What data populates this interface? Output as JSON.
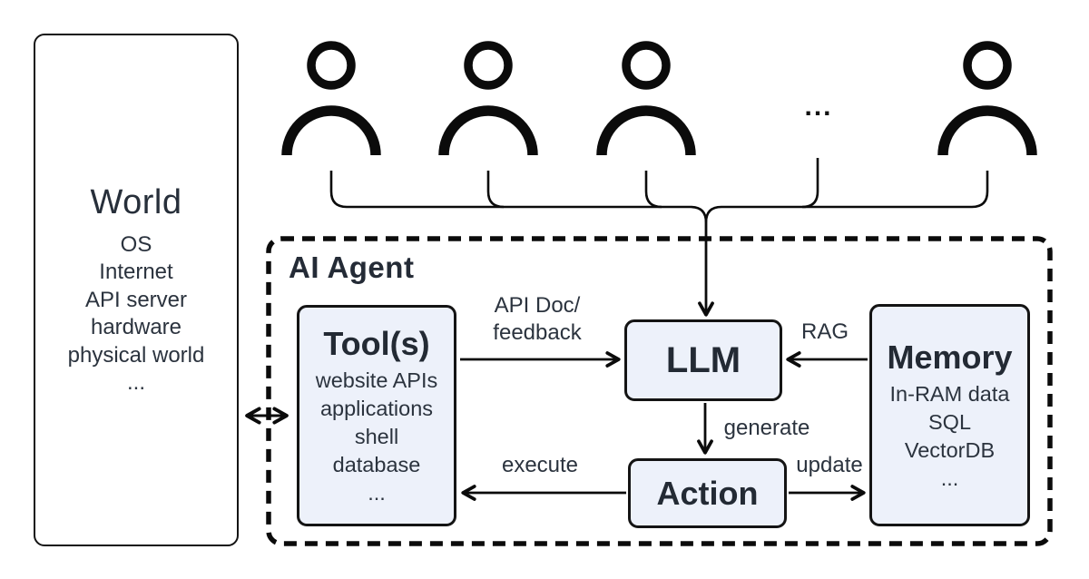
{
  "world": {
    "title": "World",
    "items": [
      "OS",
      "Internet",
      "API server",
      "hardware",
      "physical world",
      "..."
    ]
  },
  "users": {
    "ellipsis": "...",
    "count_shown": 4
  },
  "agent": {
    "title": "AI Agent",
    "tools": {
      "title": "Tool(s)",
      "items": [
        "website APIs",
        "applications",
        "shell",
        "database",
        "..."
      ]
    },
    "llm": {
      "title": "LLM"
    },
    "memory": {
      "title": "Memory",
      "items": [
        "In-RAM data",
        "SQL",
        "VectorDB",
        "..."
      ]
    },
    "action": {
      "title": "Action"
    }
  },
  "edges": {
    "tools_to_llm_line1": "API Doc/",
    "tools_to_llm_line2": "feedback",
    "memory_to_llm": "RAG",
    "llm_to_action": "generate",
    "action_to_tools": "execute",
    "action_to_memory": "update"
  },
  "colors": {
    "line": "#0b0b0b",
    "node_fill": "#edf1fa",
    "node_border": "#141414",
    "text": "#2b333e",
    "background": "#ffffff"
  }
}
